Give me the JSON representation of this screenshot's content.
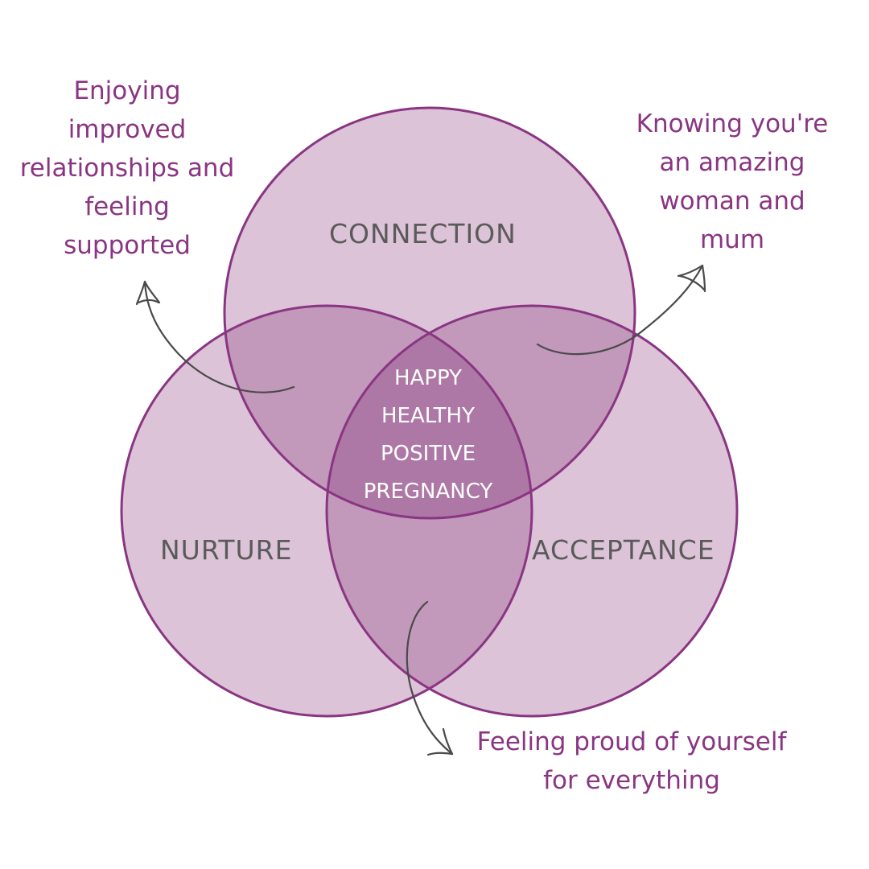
{
  "colors": {
    "circle_fill": "#dcc3d8",
    "circle_stroke": "#8a3582",
    "pair_overlap": "#c298bb",
    "center_overlap": "#ad78a5",
    "set_label_text": "#5a5a5a",
    "note_text": "#8a3582",
    "center_text": "#ffffff",
    "arrow": "#4a4a4a"
  },
  "sets": {
    "connection": "CONNECTION",
    "nurture": "NURTURE",
    "acceptance": "ACCEPTANCE"
  },
  "center": {
    "lines": [
      "HAPPY",
      "HEALTHY",
      "POSITIVE",
      "PREGNANCY"
    ]
  },
  "notes": {
    "top_left": {
      "lines": [
        "Enjoying",
        "improved",
        "relationships and",
        "feeling",
        "supported"
      ]
    },
    "top_right": {
      "lines": [
        "Knowing you're",
        "an amazing",
        "woman and",
        "mum"
      ]
    },
    "bottom": {
      "lines": [
        "Feeling proud of yourself",
        "for everything"
      ]
    }
  }
}
